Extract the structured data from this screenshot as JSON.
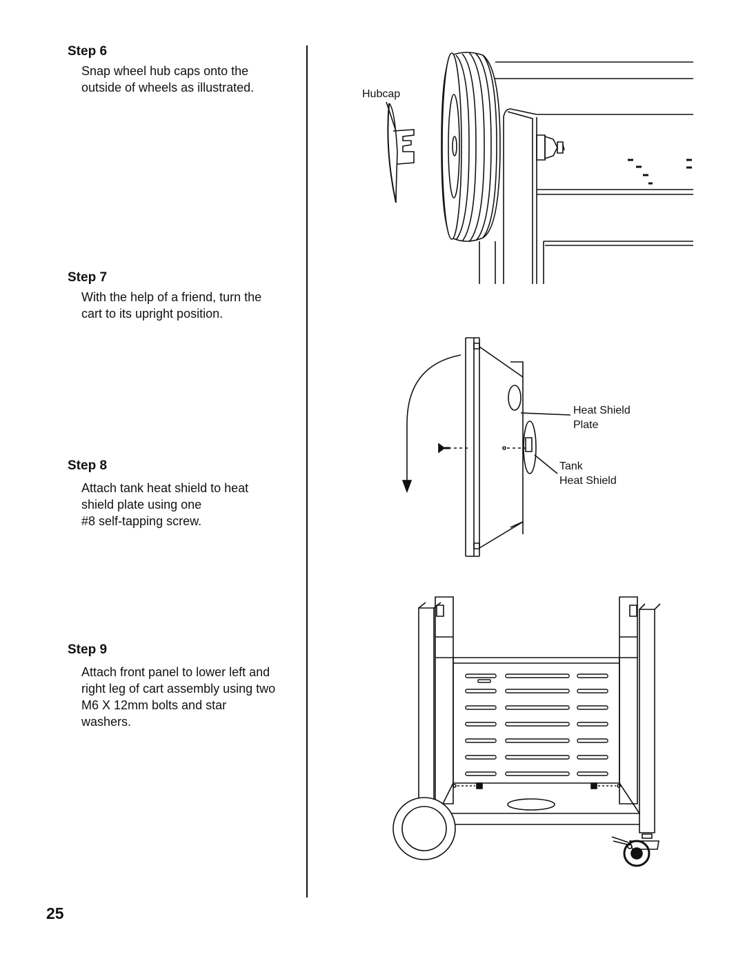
{
  "steps": [
    {
      "title": "Step 6",
      "text": [
        "Snap wheel hub caps onto the",
        "outside of wheels as illustrated."
      ]
    },
    {
      "title": "Step 7",
      "text": [
        "With the help of a friend, turn the",
        "cart to its upright position."
      ]
    },
    {
      "title": "Step 8",
      "text": [
        "Attach tank heat shield to heat",
        "shield plate using one",
        "#8 self-tapping screw."
      ]
    },
    {
      "title": "Step 9",
      "text": [
        "Attach front panel to lower left and",
        "right leg of cart assembly using two",
        "M6 X 12mm bolts and star",
        "washers."
      ]
    }
  ],
  "labels": {
    "hubcap": "Hubcap",
    "heat_shield_plate": [
      "Heat Shield",
      "Plate"
    ],
    "tank_heat_shield": [
      "Tank",
      "Heat Shield"
    ]
  },
  "page_number": "25"
}
